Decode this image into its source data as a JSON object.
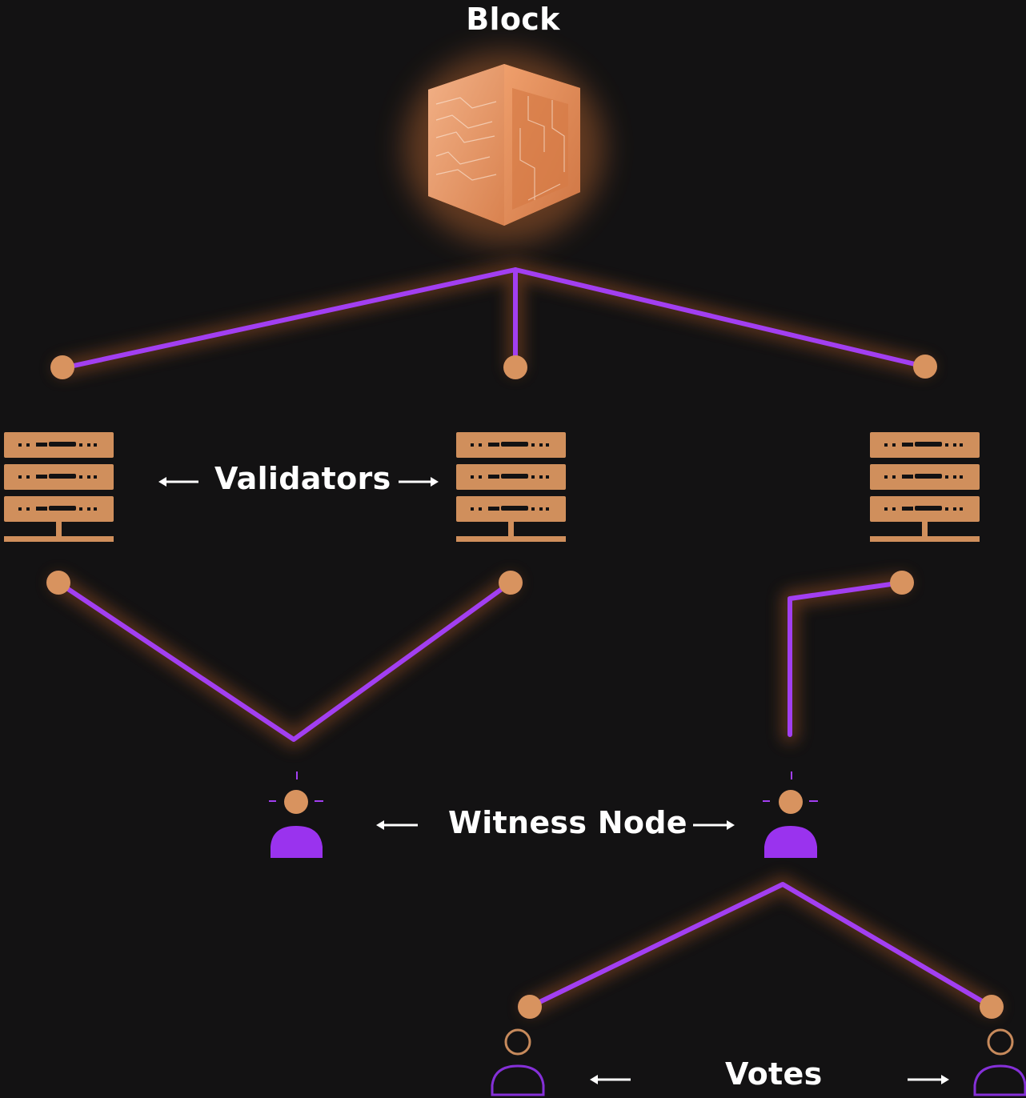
{
  "labels": {
    "block": "Block",
    "validators": "Validators",
    "witness_node": "Witness Node",
    "votes": "Votes"
  },
  "colors": {
    "background": "#131213",
    "connector": "#a23ff1",
    "node": "#d8935f",
    "server": "#d08f5c",
    "person": "#9a33ee",
    "vote_outline": "#8530d8",
    "vote_head_outline": "#c78a5c",
    "text": "#ffffff",
    "glow": "#c8763a",
    "cube": "#e5925c"
  },
  "icons": {
    "block": "circuit-cube-icon",
    "validator": "server-rack-icon",
    "witness": "person-icon",
    "vote": "person-outline-icon",
    "arrow": "arrow-icon"
  }
}
